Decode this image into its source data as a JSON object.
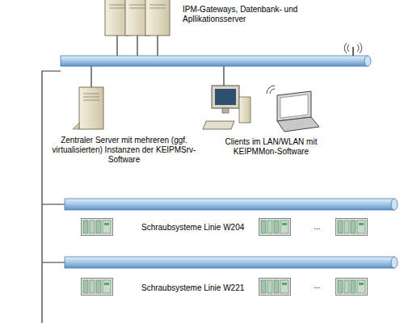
{
  "diagram": {
    "nodes": [
      {
        "text": [
          "IPM-Gateways, Datenbank- und Apllikationsserver"
        ]
      },
      {
        "text": [
          "Zentraler Server mit mehreren (ggf. virtualisierten) Instanzen der KEIPMSrv-Software"
        ]
      },
      {
        "text": [
          "Clients im LAN/WLAN mit KEIPMMon-Software"
        ]
      },
      {
        "text": [
          "Schraubsysteme Linie W204"
        ]
      },
      {
        "text": [
          "Schraubsysteme Linie W221"
        ]
      }
    ],
    "labels": [
      "...",
      "..."
    ]
  }
}
